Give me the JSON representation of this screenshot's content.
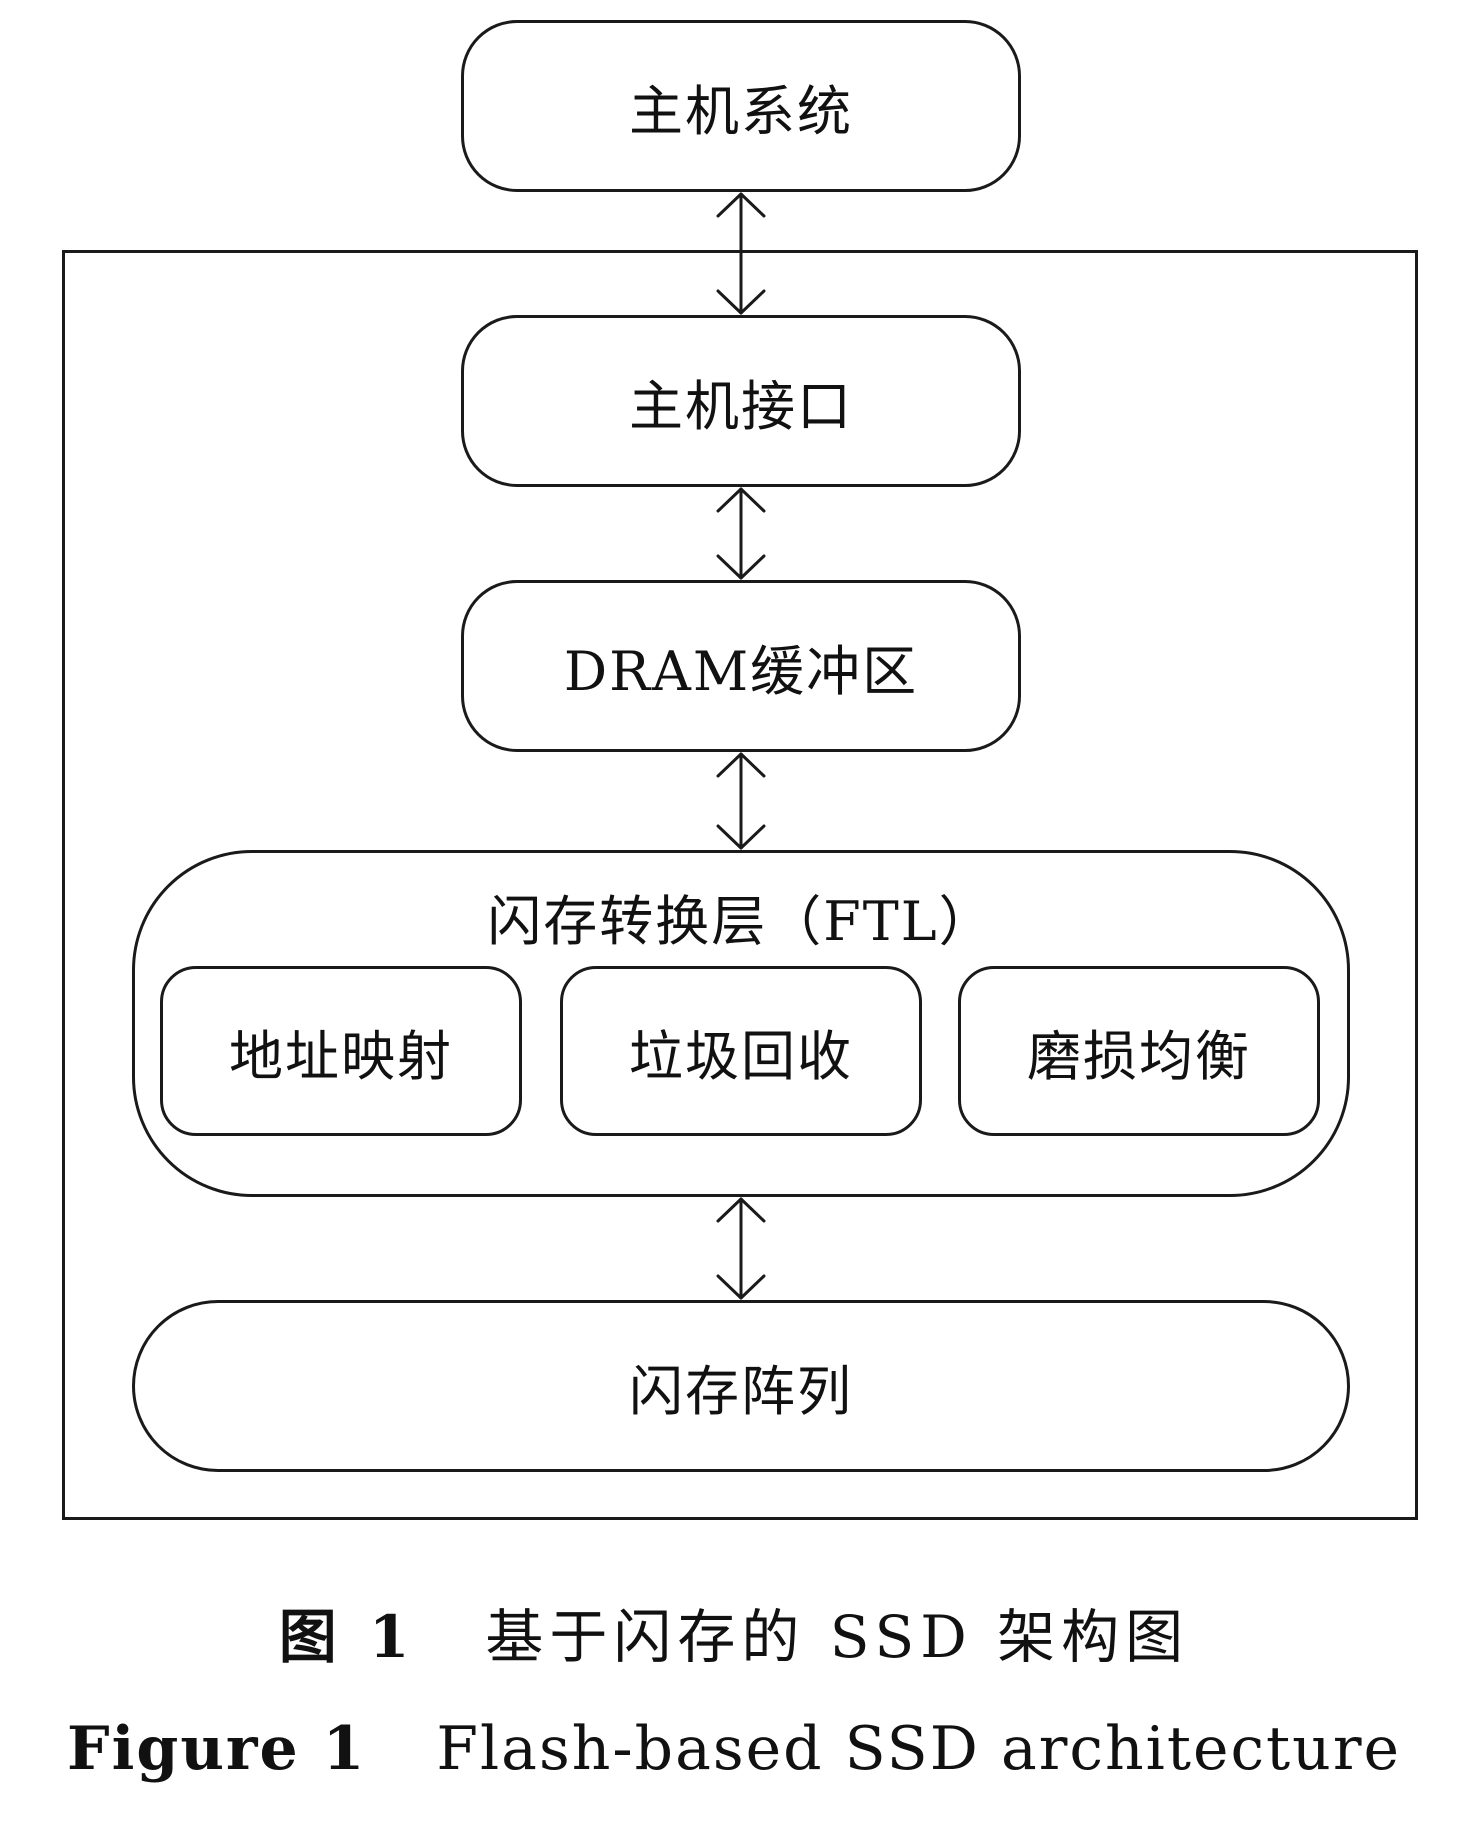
{
  "nodes": {
    "host_system": "主机系统",
    "host_interface": "主机接口",
    "dram_buffer": "DRAM缓冲区",
    "ftl": {
      "title": "闪存转换层（FTL）",
      "modules": [
        "地址映射",
        "垃圾回收",
        "磨损均衡"
      ]
    },
    "flash_array": "闪存阵列"
  },
  "edges": [
    {
      "from": "主机系统",
      "to": "主机接口",
      "direction": "bidirectional"
    },
    {
      "from": "主机接口",
      "to": "DRAM缓冲区",
      "direction": "bidirectional"
    },
    {
      "from": "DRAM缓冲区",
      "to": "闪存转换层（FTL）",
      "direction": "bidirectional"
    },
    {
      "from": "闪存转换层（FTL）",
      "to": "闪存阵列",
      "direction": "bidirectional"
    }
  ],
  "caption": {
    "zh_label": "图 1",
    "zh_text": "基于闪存的 SSD 架构图",
    "en_label": "Figure 1",
    "en_text": "Flash-based SSD architecture"
  },
  "colors": {
    "stroke": "#1a1a1a",
    "background": "#ffffff"
  }
}
